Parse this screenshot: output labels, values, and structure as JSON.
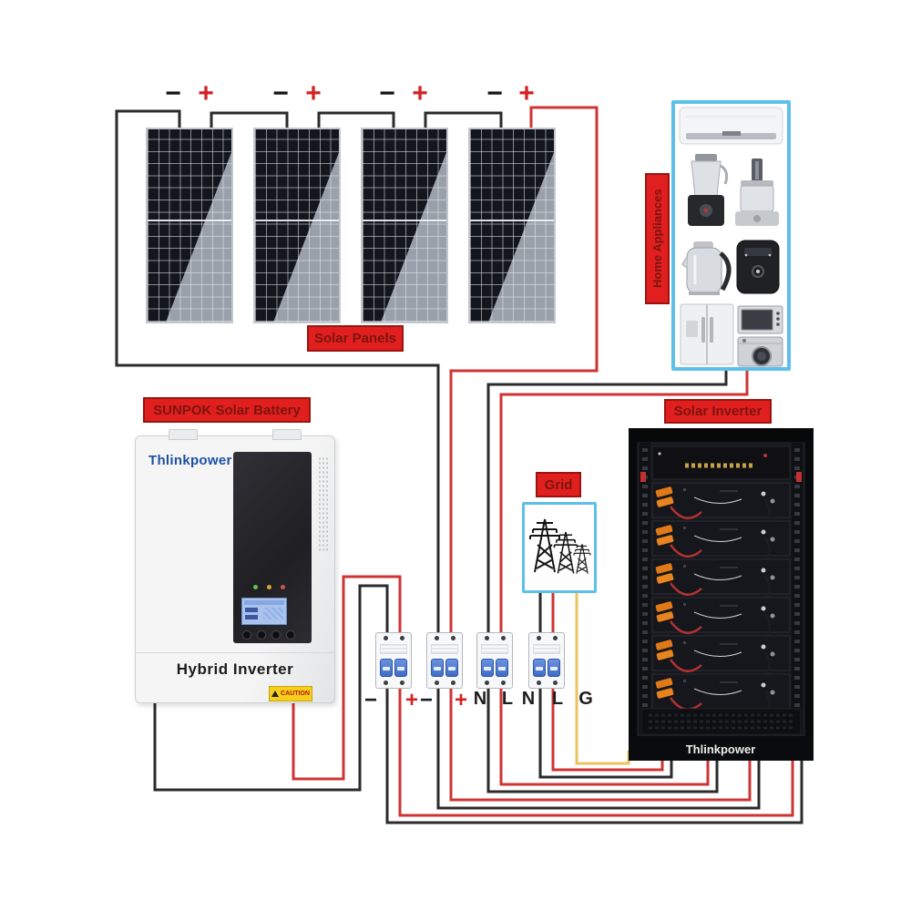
{
  "labels": {
    "solar_panels": "Solar Panels",
    "solar_battery": "SUNPOK Solar Battery",
    "solar_inverter": "Solar Inverter",
    "grid": "Grid",
    "home_appliances": "Home Appliances"
  },
  "inverter": {
    "brand": "Thlinkpower",
    "product_name": "Hybrid Inverter",
    "caution_label": "CAUTION"
  },
  "battery_rack": {
    "brand": "Thlinkpower"
  },
  "panel_polarity_signs": [
    "−",
    "+",
    "−",
    "+",
    "−",
    "+",
    "−",
    "+"
  ],
  "breaker_terminal_labels": [
    "−",
    "+",
    "−",
    "+",
    "N",
    "L",
    "N",
    "L",
    "G"
  ],
  "appliance_icons": [
    "air-conditioner",
    "blender",
    "food-processor",
    "electric-kettle",
    "air-fryer",
    "refrigerator",
    "microwave-oven",
    "washing-machine"
  ],
  "wire_colors": {
    "positive_red": "#cf3434",
    "negative_black": "#2b2b2b",
    "ground_yellow": "#eac35f"
  },
  "accent_colors": {
    "label_background_red": "#e11f1f",
    "label_text_maroon": "#7c150e",
    "box_border_blue": "#5ec0e8",
    "breaker_toggle_blue": "#4a79d6",
    "battery_connector_orange": "#e07a18",
    "brand_blue": "#1d4fa6"
  }
}
